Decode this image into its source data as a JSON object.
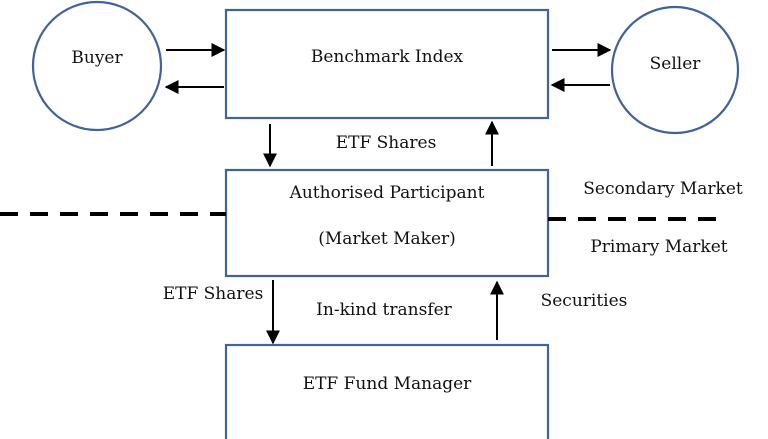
{
  "colors": {
    "node_border": "#41639a",
    "arrow": "#000000",
    "text": "#111111"
  },
  "nodes": {
    "buyer": "Buyer",
    "seller": "Seller",
    "benchmark_index": "Benchmark Index",
    "authorised_participant": {
      "line1": "Authorised Participant",
      "line2": "(Market Maker)"
    },
    "fund_manager": "ETF Fund Manager"
  },
  "labels": {
    "etf_shares_top": "ETF Shares",
    "etf_shares_left": "ETF Shares",
    "in_kind_transfer": "In-kind transfer",
    "securities": "Securities",
    "secondary_market": "Secondary Market",
    "primary_market": "Primary Market"
  }
}
